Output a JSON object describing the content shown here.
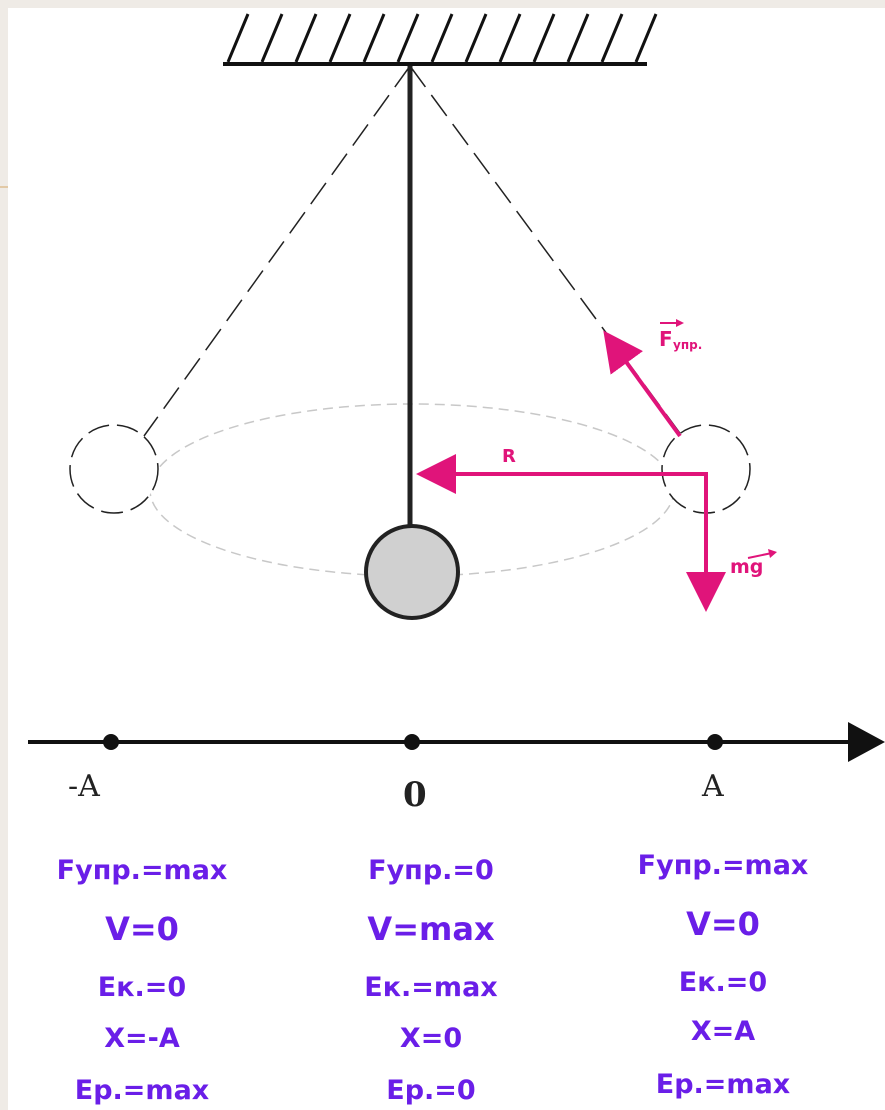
{
  "vectors": {
    "tension": "F",
    "tension_sub": "упр.",
    "resultant": "R",
    "gravity": "mg"
  },
  "axis": {
    "left_label": "-A",
    "center_label": "0",
    "right_label": "A"
  },
  "colors": {
    "vector": "#e0147a",
    "text": "#6a1ee8",
    "bob_fill": "#d0d0d0"
  },
  "columns": [
    {
      "position": "-A",
      "force": "Fупр.=max",
      "velocity": "V=0",
      "kinetic": "Eк.=0",
      "displacement": "X=-A",
      "potential": "Ep.=max"
    },
    {
      "position": "0",
      "force": "Fупр.=0",
      "velocity": "V=max",
      "kinetic": "Eк.=max",
      "displacement": "X=0",
      "potential": "Ep.=0"
    },
    {
      "position": "A",
      "force": "Fупр.=max",
      "velocity": "V=0",
      "kinetic": "Eк.=0",
      "displacement": "X=A",
      "potential": "Ep.=max"
    }
  ]
}
